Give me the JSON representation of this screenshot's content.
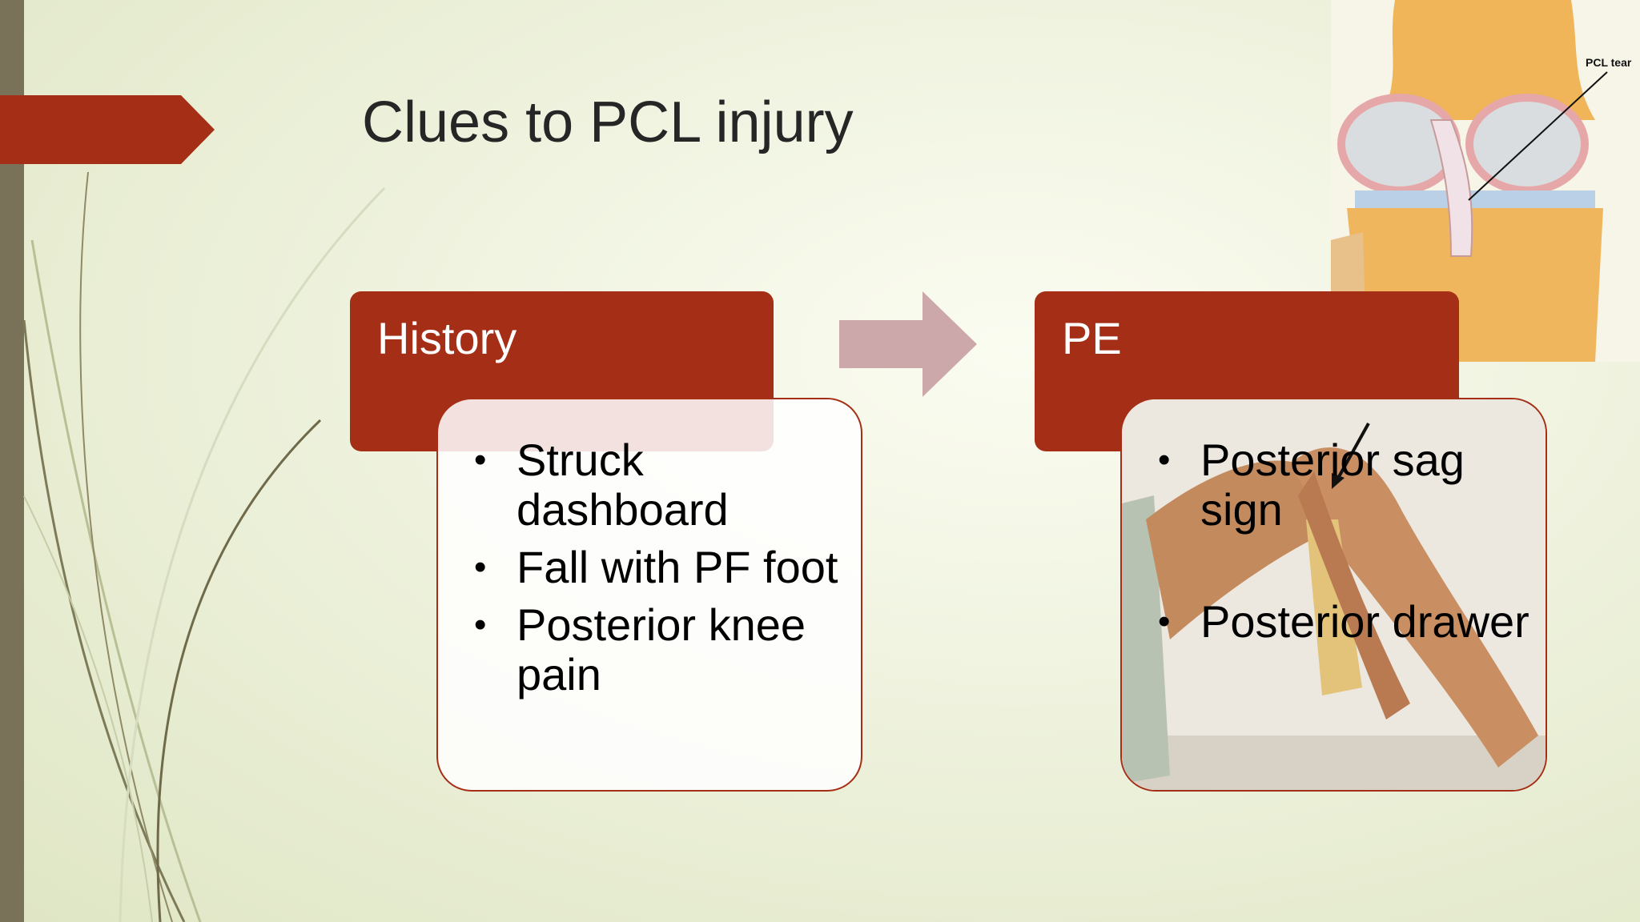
{
  "slide": {
    "title": "Clues to PCL injury",
    "colors": {
      "accent": "#a52e16",
      "flow_arrow": "#cda8ab",
      "left_bar": "#7a7258",
      "background": "#eef2dd"
    }
  },
  "history": {
    "header": "History",
    "bullets": [
      "Struck dashboard",
      "Fall with PF foot",
      "Posterior knee pain"
    ]
  },
  "pe": {
    "header": "PE",
    "bullets": [
      "Posterior sag sign",
      "Posterior drawer"
    ]
  },
  "images": {
    "anatomy_label": "PCL tear",
    "anatomy_icon": "knee-anatomy-illustration",
    "pe_icon": "posterior-sag-sign-illustration"
  }
}
